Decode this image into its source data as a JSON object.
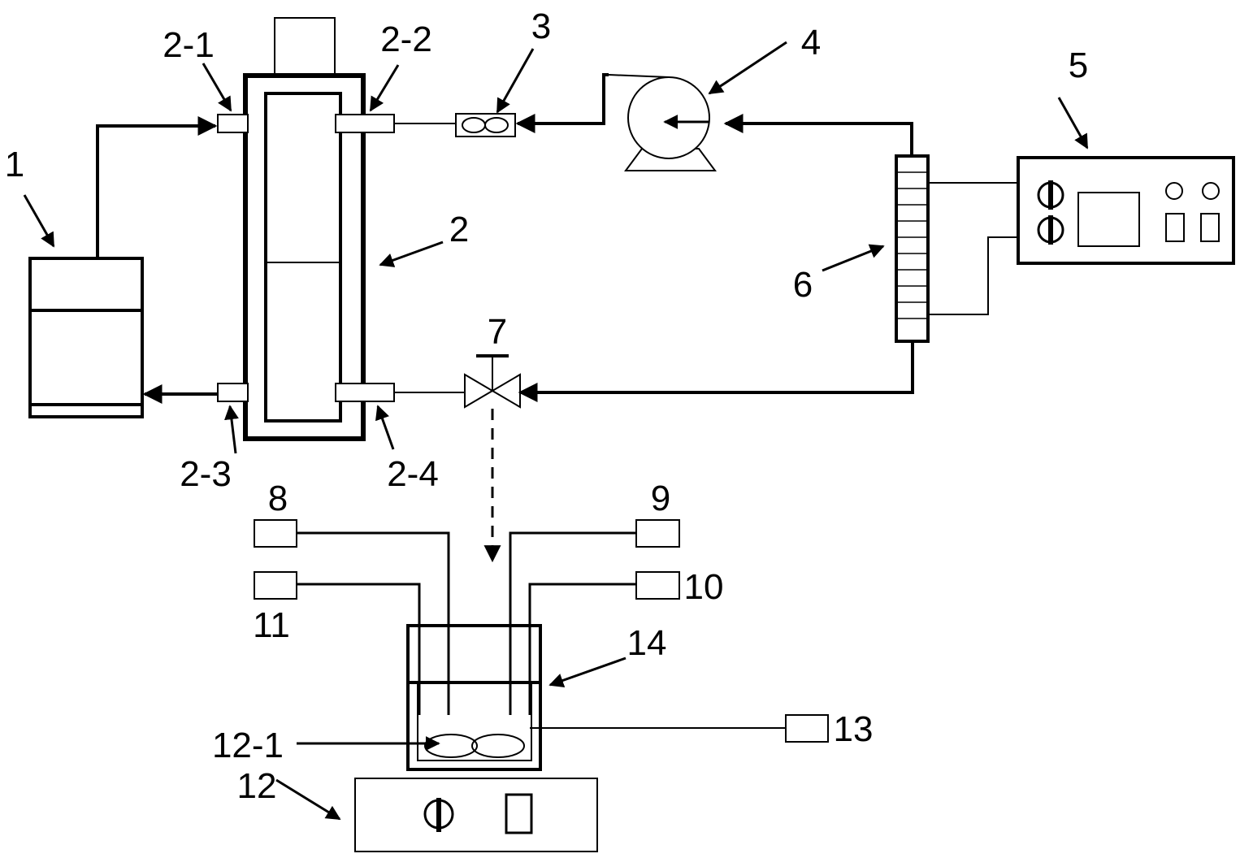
{
  "labels": {
    "l1": "1",
    "l2": "2",
    "l2_1": "2-1",
    "l2_2": "2-2",
    "l2_3": "2-3",
    "l2_4": "2-4",
    "l3": "3",
    "l4": "4",
    "l5": "5",
    "l6": "6",
    "l7": "7",
    "l8": "8",
    "l9": "9",
    "l10": "10",
    "l11": "11",
    "l12": "12",
    "l12_1": "12-1",
    "l13": "13",
    "l14": "14"
  },
  "colors": {
    "stroke": "#000000",
    "background": "#ffffff"
  }
}
